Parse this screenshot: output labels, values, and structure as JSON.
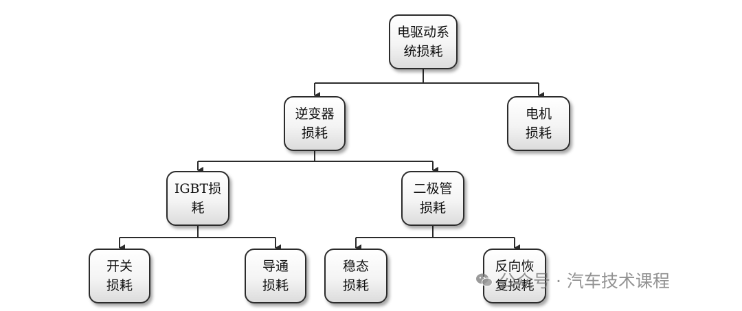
{
  "nodes": {
    "root": {
      "line1": "电驱动系",
      "line2": "统损耗"
    },
    "inverter": {
      "line1": "逆变器",
      "line2": "损耗"
    },
    "motor": {
      "line1": "电机",
      "line2": "损耗"
    },
    "igbt": {
      "line1": "IGBT损",
      "line2": "耗"
    },
    "diode": {
      "line1": "二极管",
      "line2": "损耗"
    },
    "switch": {
      "line1": "开关",
      "line2": "损耗"
    },
    "conduct": {
      "line1": "导通",
      "line2": "损耗"
    },
    "steady": {
      "line1": "稳态",
      "line2": "损耗"
    },
    "reverse": {
      "line1": "反向恢",
      "line2": "复损耗"
    }
  },
  "edges": [
    [
      "root",
      "inverter"
    ],
    [
      "root",
      "motor"
    ],
    [
      "inverter",
      "igbt"
    ],
    [
      "inverter",
      "diode"
    ],
    [
      "igbt",
      "switch"
    ],
    [
      "igbt",
      "conduct"
    ],
    [
      "diode",
      "steady"
    ],
    [
      "diode",
      "reverse"
    ]
  ],
  "watermark": {
    "text": "公众号 · 汽车技术课程",
    "icon": "wechat-icon"
  }
}
